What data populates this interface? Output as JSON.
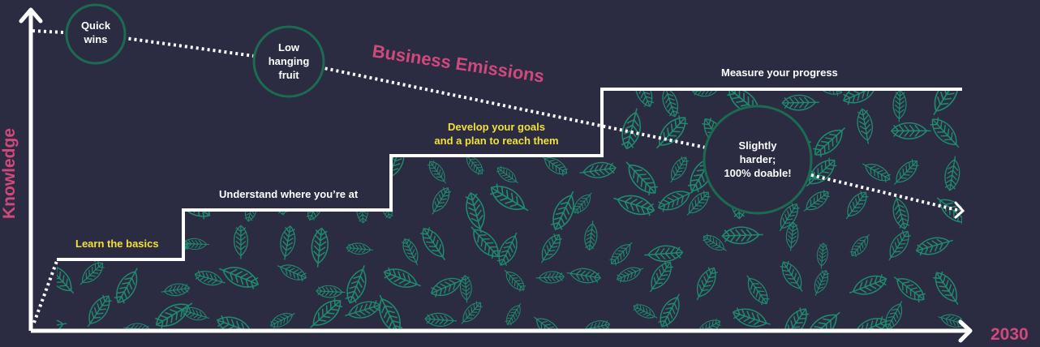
{
  "axes": {
    "y_label": "Knowledge",
    "x_end_label": "2030"
  },
  "line_label": "Business Emissions",
  "steps": {
    "step1": "Learn the basics",
    "step2": "Understand where you’re at",
    "step3_line1": "Develop your goals",
    "step3_line2": "and a plan to reach them",
    "step4": "Measure your progress"
  },
  "milestones": {
    "m1": [
      "Quick",
      "wins"
    ],
    "m2": [
      "Low",
      "hanging",
      "fruit"
    ],
    "m3": [
      "Slightly",
      "harder;",
      "100% doable!"
    ]
  },
  "colors": {
    "background": "#2b2c41",
    "accent_pink": "#d1487c",
    "step_yellow": "#f2e03a",
    "leaf_green": "#1f8a6e",
    "circle_stroke": "#1c6a52"
  }
}
